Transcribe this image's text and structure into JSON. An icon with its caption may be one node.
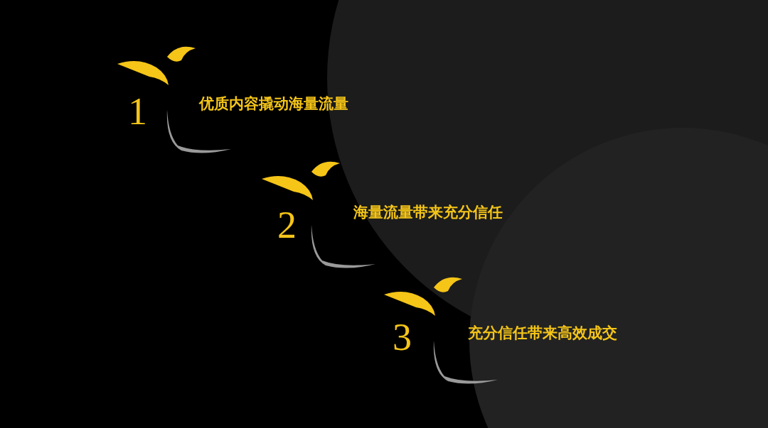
{
  "diagram": {
    "labels": [
      "1",
      "优质内容撬动海量流量",
      "2",
      "海量流量带来充分信任",
      "3",
      "充分信任带来高效成交"
    ]
  }
}
